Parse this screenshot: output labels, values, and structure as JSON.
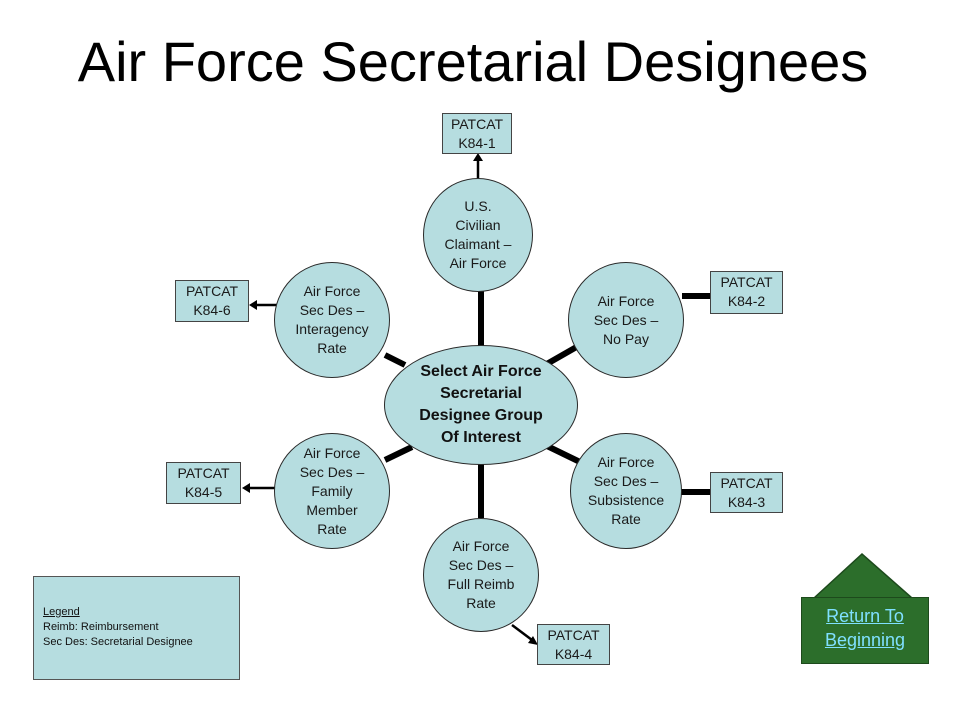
{
  "title": "Air Force Secretarial Designees",
  "center": "Select Air Force\nSecretarial\nDesignee Group\nOf Interest",
  "groups": [
    "U.S.\nCivilian\nClaimant –\nAir Force",
    "Air Force\nSec Des –\nNo Pay",
    "Air Force\nSec Des –\nSubsistence\nRate",
    "Air Force\nSec Des –\nFull Reimb\nRate",
    "Air Force\nSec Des –\nFamily\nMember\nRate",
    "Air Force\nSec Des –\nInteragency\nRate"
  ],
  "patcats": [
    "PATCAT\nK84-1",
    "PATCAT\nK84-2",
    "PATCAT\nK84-3",
    "PATCAT\nK84-4",
    "PATCAT\nK84-5",
    "PATCAT\nK84-6"
  ],
  "legend": {
    "title": "Legend",
    "items": [
      "Reimb: Reimbursement",
      "Sec Des: Secretarial  Designee"
    ]
  },
  "return_button": {
    "line1": "Return To",
    "line2": "Beginning"
  },
  "colors": {
    "node_fill": "#b6dde0",
    "button_fill": "#2c6e2b",
    "link_text": "#7fe0ff"
  }
}
